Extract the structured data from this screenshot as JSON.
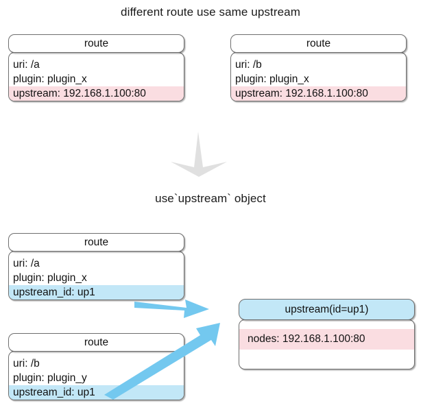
{
  "diagram": {
    "titles": {
      "top": "different route use same upstream",
      "middle": "use`upstream` object"
    },
    "colors": {
      "pink_row": "#fadde1",
      "blue_row": "#c2e7f7",
      "arrow_blue": "#73c8ef",
      "arrow_gray": "#e0e0e0",
      "box_border": "#6e6e6e",
      "text": "#111111",
      "background": "#ffffff"
    },
    "top_section": {
      "boxes": [
        {
          "header": "route",
          "rows": [
            {
              "text": "uri: /a",
              "highlight": "none"
            },
            {
              "text": "plugin: plugin_x",
              "highlight": "none"
            },
            {
              "text": "upstream: 192.168.1.100:80",
              "highlight": "pink"
            }
          ]
        },
        {
          "header": "route",
          "rows": [
            {
              "text": "uri: /b",
              "highlight": "none"
            },
            {
              "text": "plugin: plugin_x",
              "highlight": "none"
            },
            {
              "text": "upstream: 192.168.1.100:80",
              "highlight": "pink"
            }
          ]
        }
      ]
    },
    "transition_arrow": {
      "direction": "down",
      "color": "#e0e0e0"
    },
    "bottom_section": {
      "route_boxes": [
        {
          "header": "route",
          "rows": [
            {
              "text": "uri: /a",
              "highlight": "none"
            },
            {
              "text": "plugin: plugin_x",
              "highlight": "none"
            },
            {
              "text": "upstream_id: up1",
              "highlight": "blue"
            }
          ]
        },
        {
          "header": "route",
          "rows": [
            {
              "text": "uri: /b",
              "highlight": "none"
            },
            {
              "text": "plugin: plugin_y",
              "highlight": "none"
            },
            {
              "text": "upstream_id: up1",
              "highlight": "blue"
            }
          ]
        }
      ],
      "upstream_box": {
        "header": "upstream(id=up1)",
        "rows": [
          {
            "text": "nodes: 192.168.1.100:80",
            "highlight": "pink"
          }
        ]
      },
      "connections": [
        {
          "from": "route-a-upstream-id",
          "to": "upstream-object"
        },
        {
          "from": "route-b-upstream-id",
          "to": "upstream-object"
        }
      ]
    }
  }
}
